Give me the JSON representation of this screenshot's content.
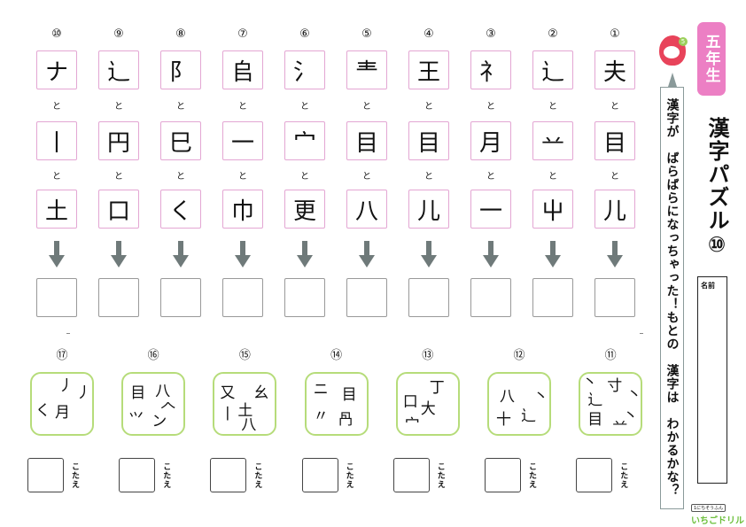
{
  "header": {
    "grade": "五年生",
    "title": "漢字パズル⑩",
    "bubble": "漢字が　ばらばらになっちゃった！もとの　漢字は　わかるかな？",
    "name_label": "名前"
  },
  "logo": {
    "sub": "1にちそうふん",
    "main": "いちごドリル"
  },
  "mascot": {
    "badge": "5"
  },
  "connector": "と",
  "answer_label": "こたえ",
  "top_puzzles": [
    {
      "num": "⑩",
      "parts": [
        "ナ",
        "丨",
        "土"
      ]
    },
    {
      "num": "⑨",
      "parts": [
        "辶",
        "円",
        "口"
      ]
    },
    {
      "num": "⑧",
      "parts": [
        "阝",
        "巳",
        "く"
      ]
    },
    {
      "num": "⑦",
      "parts": [
        "𠂤",
        "一",
        "巾"
      ]
    },
    {
      "num": "⑥",
      "parts": [
        "氵",
        "宀",
        "更"
      ]
    },
    {
      "num": "⑤",
      "parts": [
        "龶",
        "目",
        "八"
      ]
    },
    {
      "num": "④",
      "parts": [
        "王",
        "目",
        "儿"
      ]
    },
    {
      "num": "③",
      "parts": [
        "礻",
        "月",
        "一"
      ]
    },
    {
      "num": "②",
      "parts": [
        "辶",
        "䒑",
        "屮"
      ]
    },
    {
      "num": "①",
      "parts": [
        "夫",
        "目",
        "儿"
      ]
    }
  ],
  "bottom_puzzles": [
    {
      "num": "⑰",
      "pieces": [
        "丿",
        "く",
        "月",
        "丿"
      ]
    },
    {
      "num": "⑯",
      "pieces": [
        "目",
        "八",
        "𠆢",
        "⺍",
        "ン"
      ]
    },
    {
      "num": "⑮",
      "pieces": [
        "又",
        "幺",
        "丨",
        "土",
        "八"
      ]
    },
    {
      "num": "⑭",
      "pieces": [
        "ニ",
        "目",
        "〃",
        "冎"
      ]
    },
    {
      "num": "⑬",
      "pieces": [
        "丁",
        "口",
        "大",
        "宀"
      ]
    },
    {
      "num": "⑫",
      "pieces": [
        "八",
        "丶",
        "十",
        "辶"
      ]
    },
    {
      "num": "⑪",
      "pieces": [
        "丶",
        "寸",
        "丶",
        "辶",
        "丶",
        "目",
        "䒑"
      ]
    }
  ]
}
